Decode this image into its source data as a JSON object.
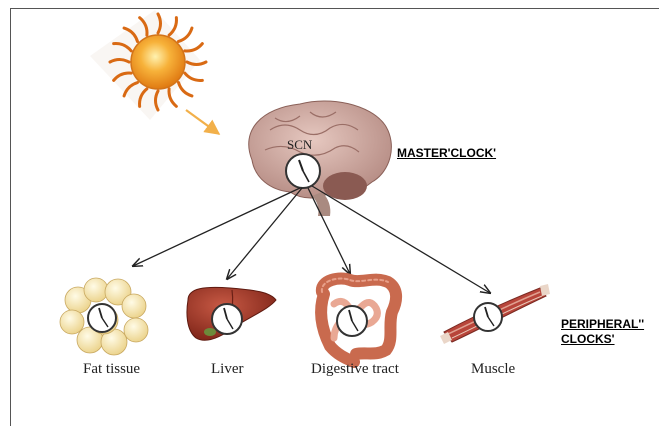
{
  "brain_label": "SCN",
  "master_caption": "MASTER'CLOCK'",
  "peripheral_caption_line1": "PERIPHERAL''",
  "peripheral_caption_line2": "CLOCKS'",
  "organs": [
    {
      "label": "Fat tissue"
    },
    {
      "label": "Liver"
    },
    {
      "label": "Digestive tract"
    },
    {
      "label": "Muscle"
    }
  ],
  "colors": {
    "sun_core": "#f39a1a",
    "sun_rays": "#d96a14",
    "sunlight_arrow": "#f2b04a",
    "brain": "#c9a29a",
    "liver": "#a23a2c",
    "fat": "#f6e5ad",
    "intestine": "#d98266",
    "muscle": "#b8453a",
    "arrows": "#222222"
  }
}
